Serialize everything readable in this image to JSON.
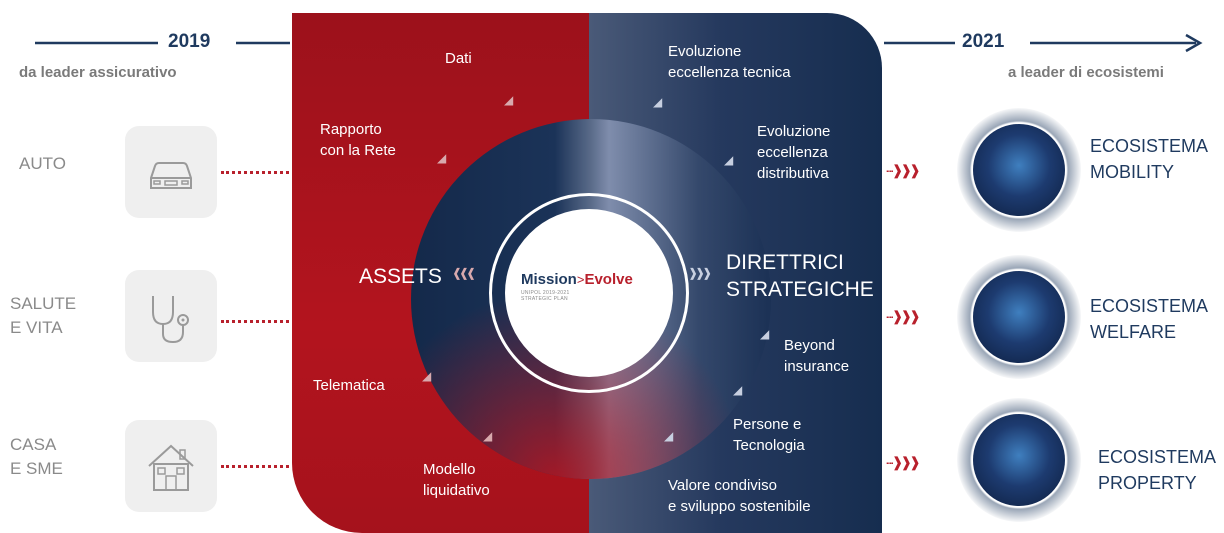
{
  "timeline": {
    "start_year": "2019",
    "end_year": "2021",
    "start_label": "da leader assicurativo",
    "end_label": "a leader di ecosistemi"
  },
  "categories": [
    {
      "label": "AUTO",
      "icon": "car-icon"
    },
    {
      "label": "SALUTE\nE VITA",
      "icon": "stethoscope-icon"
    },
    {
      "label": "CASA\nE SME",
      "icon": "house-icon"
    }
  ],
  "assets": {
    "title": "ASSETS",
    "items": [
      "Dati",
      "Rapporto\ncon la Rete",
      "Telematica",
      "Modello\nliquidativo"
    ]
  },
  "logo": {
    "word1": "Mission",
    "word2": "Evolve",
    "subtitle": "UNIPOL 2019-2021",
    "subtitle2": "STRATEGIC PLAN"
  },
  "direttrici": {
    "title": "DIRETTRICI\nSTRATEGICHE",
    "items": [
      "Evoluzione\neccellenza tecnica",
      "Evoluzione\neccellenza\ndistributiva",
      "Beyond\ninsurance",
      "Persone e\nTecnologia",
      "Valore condiviso\ne sviluppo sostenibile"
    ]
  },
  "ecosystems": [
    {
      "label": "ECOSISTEMA\nMOBILITY",
      "icon": "mobility-icon"
    },
    {
      "label": "ECOSISTEMA\nWELFARE",
      "icon": "dna-icon"
    },
    {
      "label": "ECOSISTEMA\nPROPERTY",
      "icon": "building-icon"
    }
  ],
  "colors": {
    "red": "#b3141e",
    "navy": "#1f3a5f",
    "grey_text": "#8a8a8a"
  }
}
